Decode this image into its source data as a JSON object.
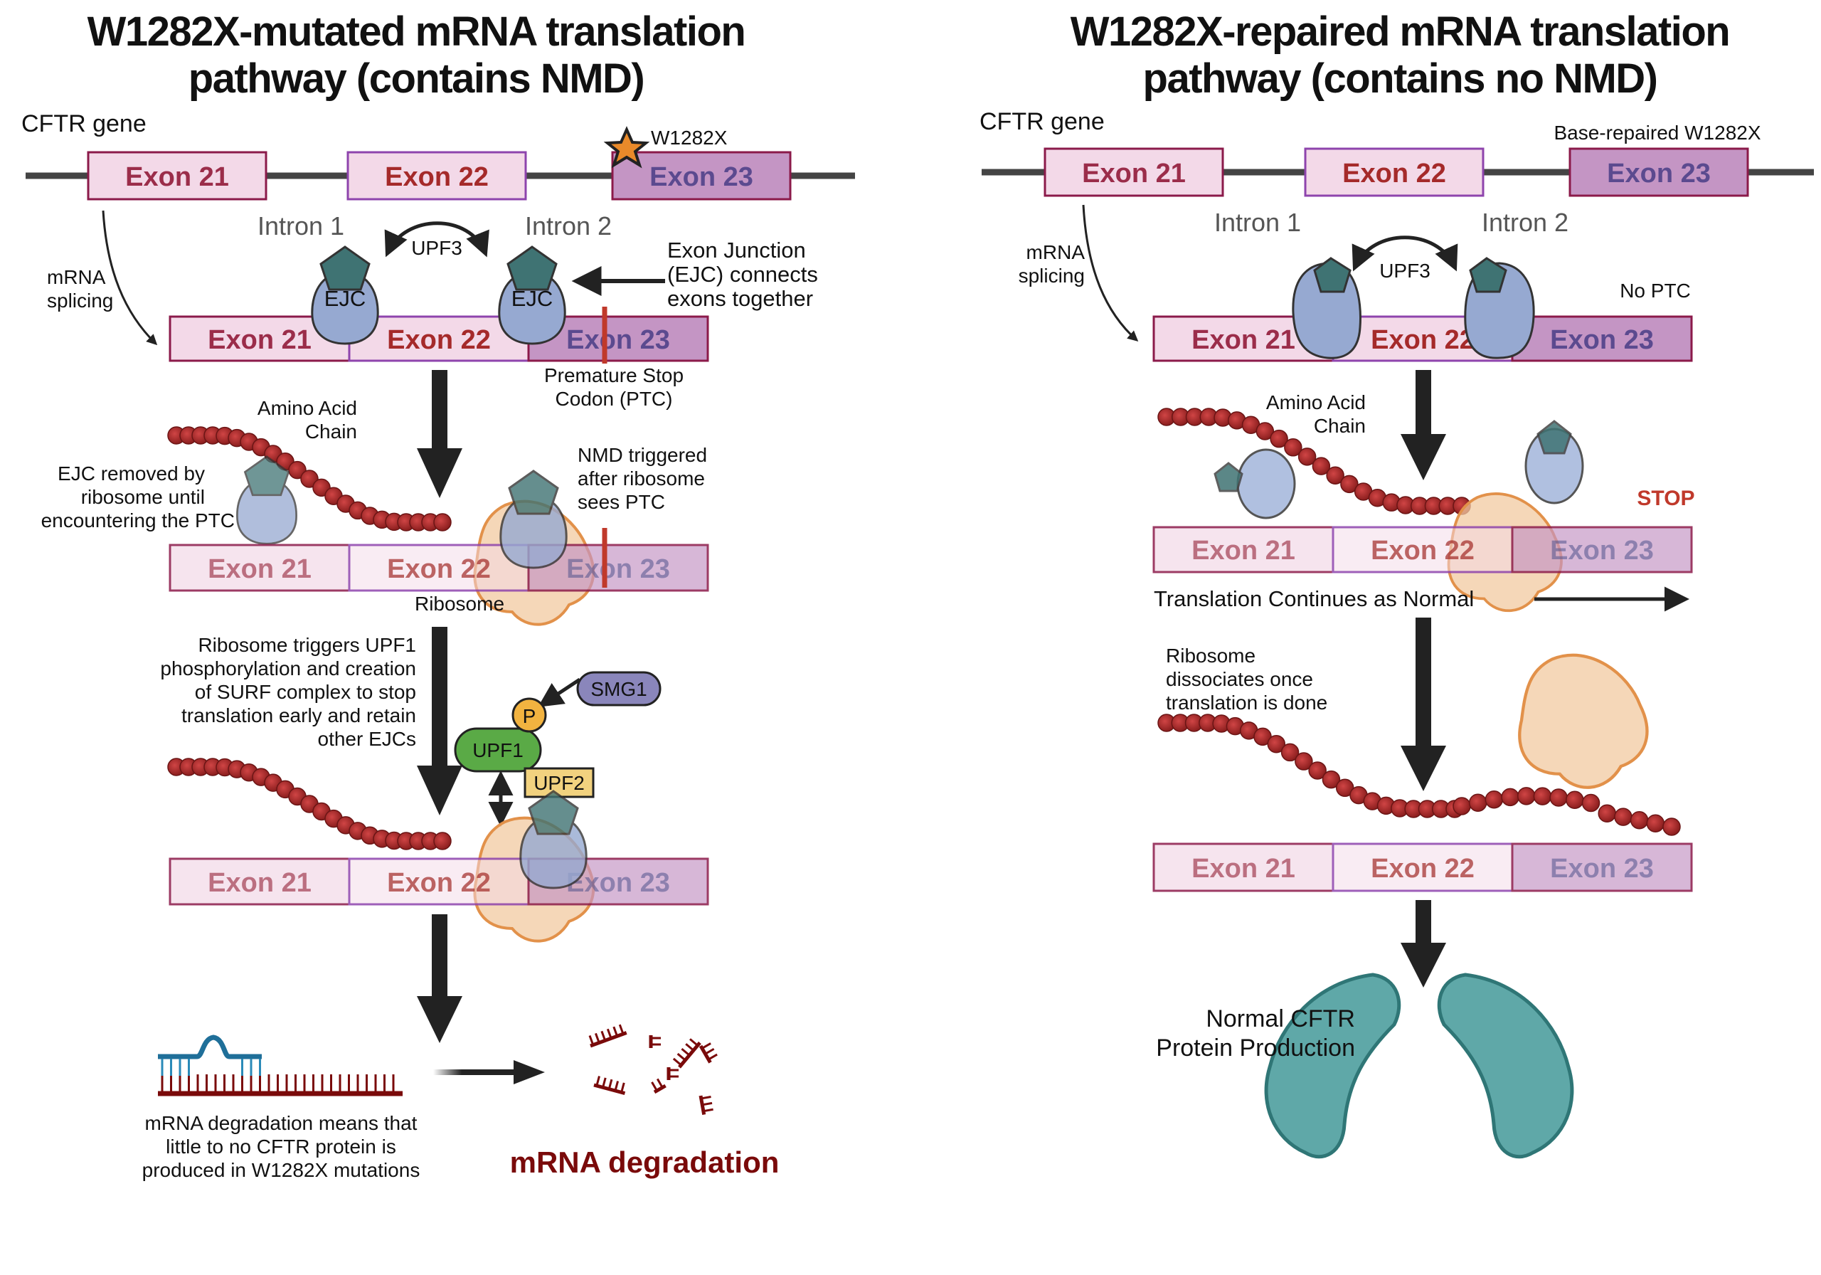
{
  "colors": {
    "exon21_fill": "#f3d9e8",
    "exon21_stroke": "#8b1a4a",
    "exon21_text": "#9b2d4a",
    "exon22_fill": "#f3d9e8",
    "exon22_stroke": "#8e44ad",
    "exon22_text": "#a52a2a",
    "exon23_fill": "#c495c4",
    "exon23_stroke": "#8b1a4a",
    "exon23_text": "#5b4a8f",
    "ejc_body": "#96a9d1",
    "ejc_cap": "#3f7373",
    "ribosome": "#f2c9a0",
    "ribosome_stroke": "#e2914a",
    "bead": "#a52a2a",
    "ptc": "#c0392b",
    "upf1": "#5aaa46",
    "upf2": "#f2d27f",
    "smg1": "#8a86bb",
    "phospho": "#f2b340",
    "protein": "#4a9c9c",
    "degradation": "#7a0a0a",
    "rna_blue": "#1f6f99"
  },
  "left": {
    "title_line1": "W1282X-mutated mRNA translation",
    "title_line2": "pathway (contains NMD)",
    "gene_label": "CFTR gene",
    "mutation_label": "W1282X",
    "exons": [
      "Exon 21",
      "Exon 22",
      "Exon 23"
    ],
    "intron1": "Intron 1",
    "intron2": "Intron 2",
    "upf3": "UPF3",
    "ejc": "EJC",
    "splicing_line1": "mRNA",
    "splicing_line2": "splicing",
    "ejc_note": [
      "Exon Junction",
      "(EJC) connects",
      "exons together"
    ],
    "ptc_note": [
      "Premature Stop",
      "Codon (PTC)"
    ],
    "amino_chain": [
      "Amino Acid",
      "Chain"
    ],
    "ejc_removed": [
      "EJC removed by",
      "ribosome until",
      "encountering the PTC"
    ],
    "nmd_triggered": [
      "NMD triggered",
      "after ribosome",
      "sees PTC"
    ],
    "ribosome_label": "Ribosome",
    "upf1_note": [
      "Ribosome triggers UPF1",
      "phosphorylation and creation",
      "of SURF complex to stop",
      "translation early and retain",
      "other EJCs"
    ],
    "smg1": "SMG1",
    "phospho": "P",
    "upf1": "UPF1",
    "upf2": "UPF2",
    "degradation_note": [
      "mRNA degradation means that",
      "little to no CFTR protein is",
      "produced in W1282X mutations"
    ],
    "degradation_title": "mRNA degradation"
  },
  "right": {
    "title_line1": "W1282X-repaired mRNA translation",
    "title_line2": "pathway (contains no NMD)",
    "gene_label": "CFTR gene",
    "repair_label": "Base-repaired W1282X",
    "exons": [
      "Exon 21",
      "Exon 22",
      "Exon 23"
    ],
    "intron1": "Intron 1",
    "intron2": "Intron 2",
    "upf3": "UPF3",
    "splicing_line1": "mRNA",
    "splicing_line2": "splicing",
    "no_ptc": "No PTC",
    "amino_chain": [
      "Amino Acid",
      "Chain"
    ],
    "stop": "STOP",
    "translation_continues": "Translation Continues as Normal",
    "dissociates": [
      "Ribosome",
      "dissociates once",
      "translation is done"
    ],
    "protein_label": [
      "Normal CFTR",
      "Protein Production"
    ]
  }
}
